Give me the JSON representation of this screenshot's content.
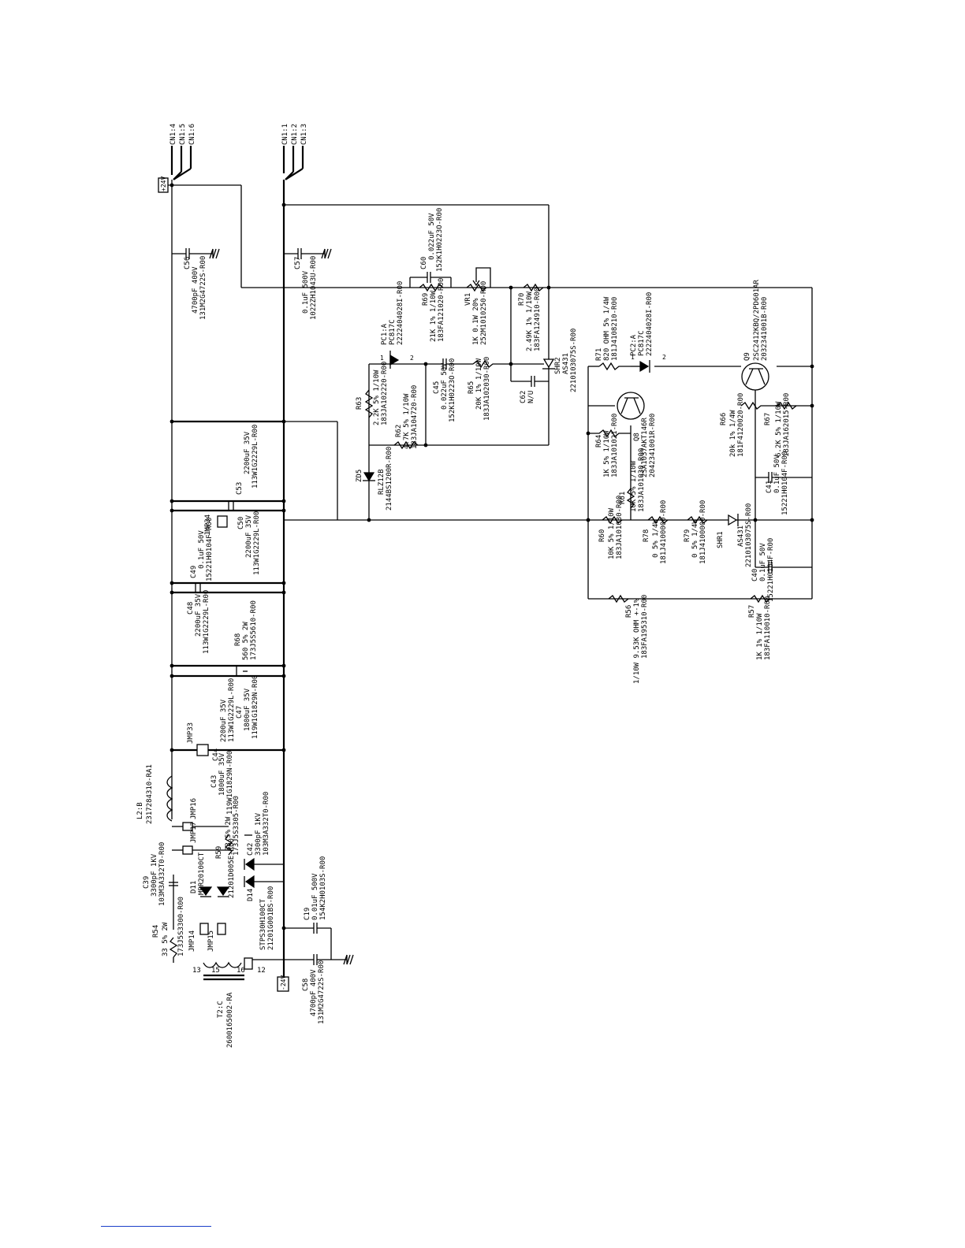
{
  "connectors": {
    "cn1_1": "CN1:1",
    "cn1_2": "CN1:2",
    "cn1_3": "CN1:3",
    "cn1_4": "CN1:4",
    "cn1_5": "CN1:5",
    "cn1_6": "CN1:6"
  },
  "rails": {
    "pos24": "+24V",
    "neg24": "-24V"
  },
  "transformer": {
    "ref": "T2:C",
    "part": "2600165002-RA",
    "pin13": "13",
    "pin15": "15",
    "pin16": "16",
    "pin12": "12"
  },
  "inductor": {
    "ref": "L2:B",
    "part": "2317284310-RA1"
  },
  "components": {
    "c56": {
      "ref": "C56",
      "val": "4700pF 400V",
      "part": "131M2G4722S-R00"
    },
    "c57": {
      "ref": "C57",
      "val": "0.1uF 500V",
      "part": "1022ZH1043U-R00"
    },
    "c39": {
      "ref": "C39",
      "val": "3300pF 1KV",
      "part": "103M3A332T0-R00"
    },
    "r54": {
      "ref": "R54",
      "val": "33 5% 2W",
      "part": "173J5S3300-R00"
    },
    "jmp14": "JMP14",
    "jmp15": "JMP15",
    "jmp16": "JMP16",
    "jmp17": "JMP17",
    "d11": {
      "ref": "D11",
      "val": "MBR20100CT",
      "part": "21201D005E-R00"
    },
    "d14": {
      "ref": "D14",
      "val": "STPS30H100CT",
      "part": "21201G001BS-R00"
    },
    "r59": {
      "ref": "R59",
      "val": "33 5% 2W",
      "part": "173J5S3305-R00"
    },
    "c42": {
      "ref": "C42",
      "val": "3300pF 1KV",
      "part": "103M3A332T0-R00"
    },
    "c19": {
      "ref": "C19",
      "val": "0.01uF 500V",
      "part": "154K2H0103S-R00"
    },
    "c58": {
      "ref": "C58",
      "val": "4700pF 400V",
      "part": "131M2G4722S-R00"
    },
    "c43": {
      "ref": "C43",
      "val": "1800uF 35V",
      "part": "119W1G1829N-R00"
    },
    "c44": {
      "ref": "C44",
      "val": "2200uF 35V",
      "part": "113W1G2229L-R00"
    },
    "jmp33": "JMP33",
    "c47": {
      "ref": "C47",
      "val": "1800uF 35V",
      "part": "119W1G1829N-R00"
    },
    "r68": {
      "ref": "R68",
      "val": "560 5% 2W",
      "part": "173J5S5610-R00"
    },
    "c48": {
      "ref": "C48",
      "val": "2200uF 35V",
      "part": "113W1G2229L-R00"
    },
    "c49": {
      "ref": "C49",
      "val": "0.1uF 50V",
      "part": "15221H0104F-R00"
    },
    "jmp34": "JMP34",
    "c50": {
      "ref": "C50",
      "val": "2200uF 35V",
      "part": "113W1G2229L-R00"
    },
    "c53": {
      "ref": "C53",
      "val": "2200uF 35V",
      "part": "113W1G2229L-R00"
    },
    "zd5": {
      "ref": "ZD5",
      "val": "RLZ12B",
      "part": "2144BS1200R-R00"
    },
    "r63": {
      "ref": "R63",
      "val": "2.2K 5% 1/10W",
      "part": "183JA102220-R00"
    },
    "r62": {
      "ref": "R62",
      "val": "4.7K 5% 1/10W",
      "part": "183JA104720-R00"
    },
    "pc1a": {
      "ref": "PC1:A",
      "val": "PC817C",
      "part": "2222404028I-R00"
    },
    "c60": {
      "ref": "C60",
      "val": "0.022uF 50V",
      "part": "152K1H0223O-R00"
    },
    "r69": {
      "ref": "R69",
      "val": "21K 1% 1/10W",
      "part": "183FA121020-R00"
    },
    "vr1": {
      "ref": "VR1",
      "val": "1K 0.1W 20%",
      "part": "252M1010250-R00"
    },
    "r70": {
      "ref": "R70",
      "val": "2.49K 1% 1/10W",
      "part": "183FA124910-R00"
    },
    "c45": {
      "ref": "C45",
      "val": "0.022uF 50V",
      "part": "152K1H0223O-R00"
    },
    "r65": {
      "ref": "R65",
      "val": "20K 1% 1/10W",
      "part": "183JA102030-R00"
    },
    "c62": {
      "ref": "C62",
      "val": "N/U"
    },
    "shr2": {
      "ref": "SHR2",
      "val": "AS431",
      "part": "2210103075S-R00"
    },
    "r71": {
      "ref": "R71",
      "val": "820 OHM 5% 1/4W",
      "part": "181J4108210-R00"
    },
    "pc2a": {
      "ref": "PC2:A",
      "val": "PC817C",
      "part": "2222404028I-R00"
    },
    "q9": {
      "ref": "Q9",
      "val": "2SC2412KBQ/2PD601AR",
      "part": "2032341001B-R00"
    },
    "q8": {
      "ref": "Q8",
      "val": "2SA1037AKT146R",
      "part": "2042341001R-R00"
    },
    "r64": {
      "ref": "R64",
      "val": "1K 5% 1/10W",
      "part": "183JA101021-R00"
    },
    "r61": {
      "ref": "R61",
      "val": "10K 5% 1/10W",
      "part": "183JA101030-R00"
    },
    "r66": {
      "ref": "R66",
      "val": "20k 1% 1/4W",
      "part": "181F4120020-R00"
    },
    "r67": {
      "ref": "R67",
      "val": "6.2K 5% 1/10W",
      "part": "183JA162015-R00"
    },
    "c41": {
      "ref": "C41",
      "val": "0.1uF 50V",
      "part": "15221H0104F-R00"
    },
    "r60": {
      "ref": "R60",
      "val": "10K 5% 1/10W",
      "part": "183JA101030-R00"
    },
    "r78": {
      "ref": "R78",
      "val": "0 5% 1/4W",
      "part": "181J4100000-R00"
    },
    "r79": {
      "ref": "R79",
      "val": "0 5% 1/4W",
      "part": "181J4100000-R00"
    },
    "shr1": {
      "ref": "SHR1",
      "val": "AS431",
      "part": "2210103075S-R00"
    },
    "c40": {
      "ref": "C40",
      "val": "0.1uF 50V",
      "part": "15221H0104F-R00"
    },
    "r56": {
      "ref": "R56",
      "val": "1/10W 9.53K OHM +-1%",
      "part": "183FA195310-R00"
    },
    "r57": {
      "ref": "R57",
      "val": "1K 1% 1/10W",
      "part": "183FA110010-R00"
    }
  }
}
